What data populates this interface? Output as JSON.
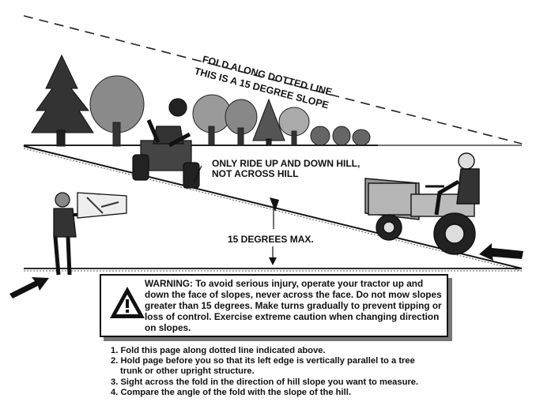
{
  "labels": {
    "fold_line_1": "FOLD ALONG DOTTED LINE",
    "fold_line_2": "THIS IS A 15 DEGREE SLOPE",
    "ride_instruction_1": "ONLY RIDE UP AND DOWN HILL,",
    "ride_instruction_2": "NOT ACROSS HILL",
    "max_angle": "15 DEGREES MAX."
  },
  "warning": {
    "text": "WARNING: To avoid serious injury, operate your tractor up and down the face of slopes, never across the face. Do not mow slopes greater than 15 degrees. Make turns gradually to prevent tipping or loss of control. Exercise extreme caution when changing direction on slopes."
  },
  "steps": [
    "1. Fold this page along dotted line indicated above.",
    "2. Hold page before you so that its left edge is vertically parallel to a tree",
    "trunk or other upright structure.",
    "3. Sight across the fold in the direction of hill slope you want to measure.",
    "4. Compare the angle of the fold with the slope of the hill."
  ],
  "icons": [
    "warning-triangle-icon",
    "tree-icon",
    "tractor-icon",
    "person-icon",
    "arrow-icon"
  ]
}
